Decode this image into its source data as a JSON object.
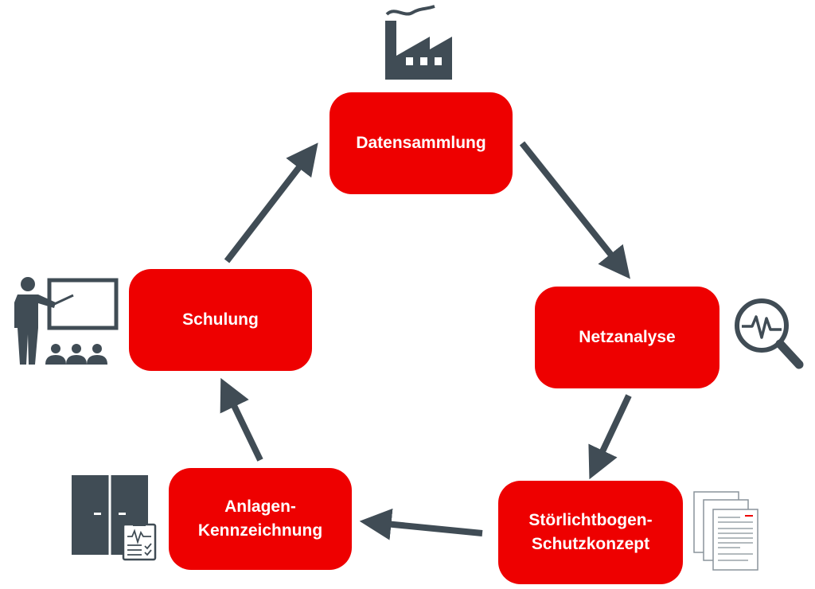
{
  "colors": {
    "node_fill": "#ee0000",
    "arrow": "#404c55",
    "icon": "#404c55",
    "text": "#ffffff"
  },
  "nodes": {
    "datensammlung": {
      "label": "Datensammlung",
      "icon": "factory-icon"
    },
    "netzanalyse": {
      "label": "Netzanalyse",
      "icon": "magnifier-waveform-icon"
    },
    "stoerlichtbogen": {
      "line1": "Störlichtbogen-",
      "line2": "Schutzkonzept",
      "icon": "documents-icon"
    },
    "anlagen": {
      "line1": "Anlagen-",
      "line2": "Kennzeichnung",
      "icon": "switchgear-cabinet-icon"
    },
    "schulung": {
      "label": "Schulung",
      "icon": "presentation-training-icon"
    }
  },
  "cycle_order": [
    "Datensammlung",
    "Netzanalyse",
    "Störlichtbogen-Schutzkonzept",
    "Anlagen-Kennzeichnung",
    "Schulung"
  ]
}
